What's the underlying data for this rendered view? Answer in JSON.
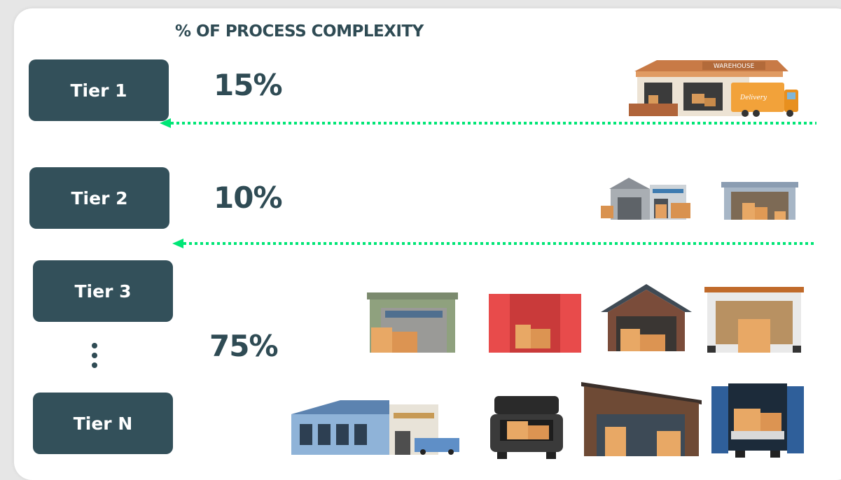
{
  "header": {
    "title": "% OF PROCESS COMPLEXITY"
  },
  "tiers": [
    {
      "label": "Tier 1"
    },
    {
      "label": "Tier 2"
    },
    {
      "label": "Tier 3"
    },
    {
      "label": "Tier N"
    }
  ],
  "percentages": {
    "tier1": "15%",
    "tier2": "10%",
    "rest": "75%"
  },
  "illustrations": {
    "warehouse_sign": "WAREHOUSE",
    "truck_sign": "Delivery"
  },
  "colors": {
    "tier_box": "#33505a",
    "text": "#2f4b54",
    "arrow": "#00e676"
  }
}
